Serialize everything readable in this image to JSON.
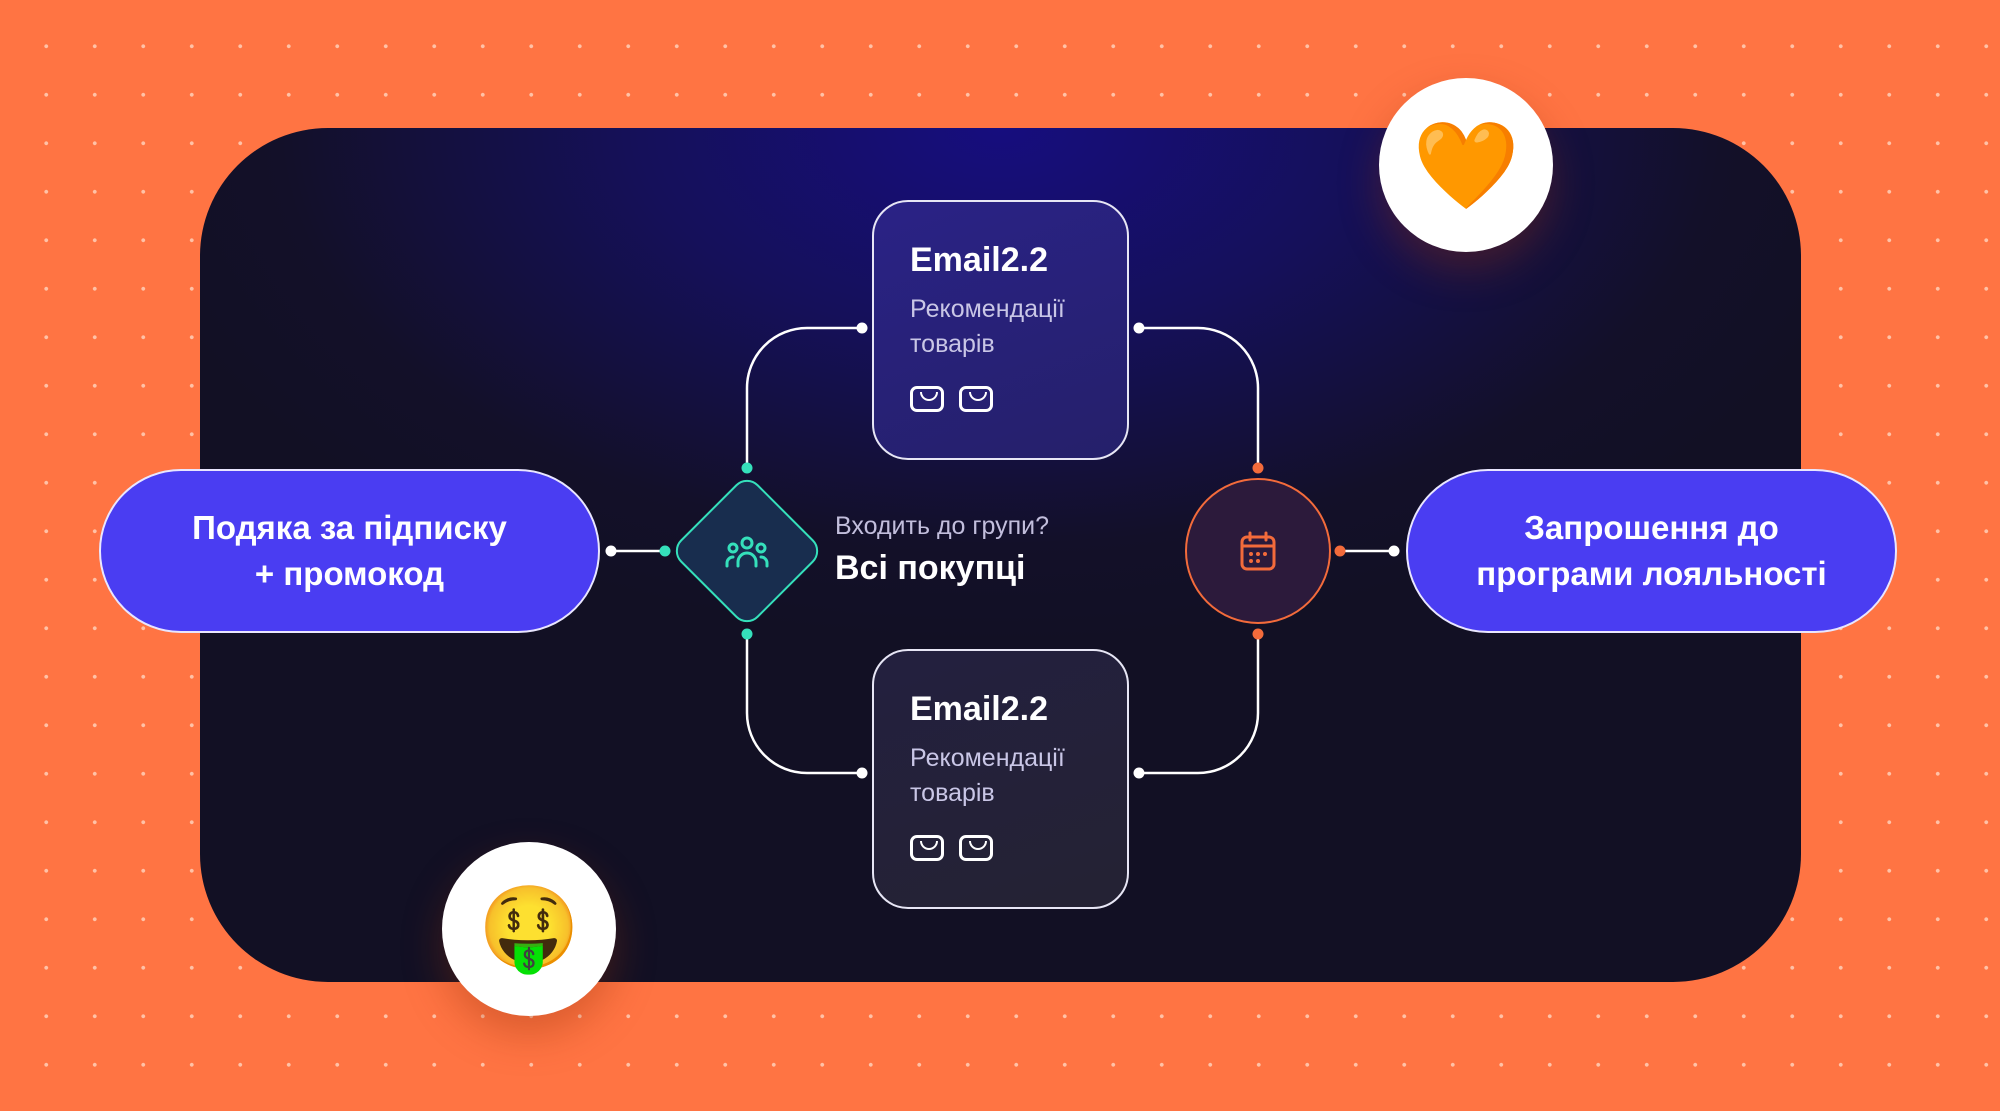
{
  "start_node": {
    "line1": "Подяка за підписку",
    "line2": "+ промокод"
  },
  "end_node": {
    "line1": "Запрошення до",
    "line2": "програми лояльності"
  },
  "condition": {
    "question": "Входить до групи?",
    "answer": "Всі покупці",
    "icon": "users-group-icon"
  },
  "delay_node": {
    "icon": "calendar-icon"
  },
  "email_cards": [
    {
      "title": "Email2.2",
      "subtitle": "Рекомендації товарів",
      "icons": [
        "envelope-icon",
        "envelope-icon"
      ]
    },
    {
      "title": "Email2.2",
      "subtitle": "Рекомендації товарів",
      "icons": [
        "envelope-icon",
        "envelope-icon"
      ]
    }
  ],
  "badges": [
    {
      "emoji": "🧡",
      "icon": "orange-heart-icon"
    },
    {
      "emoji": "🤑",
      "icon": "money-mouth-face-icon"
    }
  ],
  "colors": {
    "background": "#ff7443",
    "pill": "#4a3df2",
    "teal": "#35e0bb",
    "orange": "#f36b3b"
  }
}
